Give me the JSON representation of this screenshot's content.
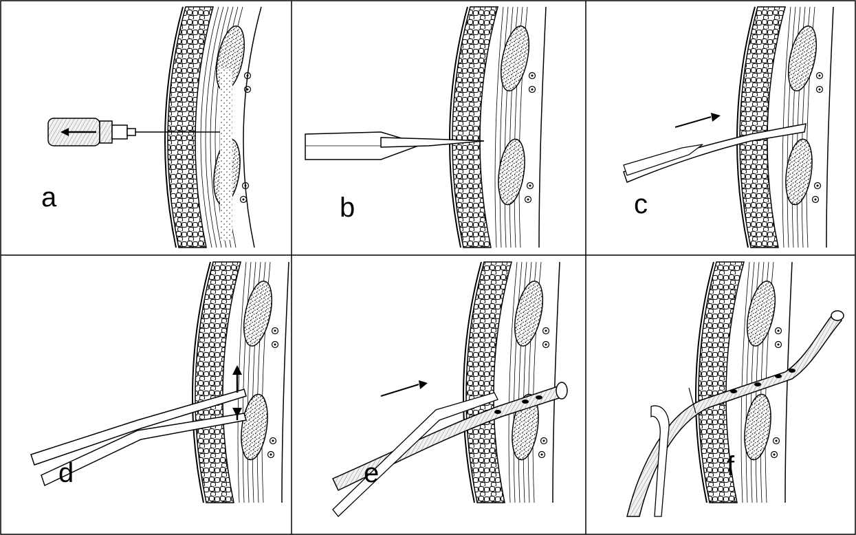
{
  "figure": {
    "panels": [
      {
        "label": "a",
        "tool": "syringe"
      },
      {
        "label": "b",
        "tool": "scalpel"
      },
      {
        "label": "c",
        "tool": "forceps"
      },
      {
        "label": "d",
        "tool": "forceps"
      },
      {
        "label": "e",
        "tool": "forceps-with-tube"
      },
      {
        "label": "f",
        "tool": "tube-with-suture"
      }
    ]
  }
}
